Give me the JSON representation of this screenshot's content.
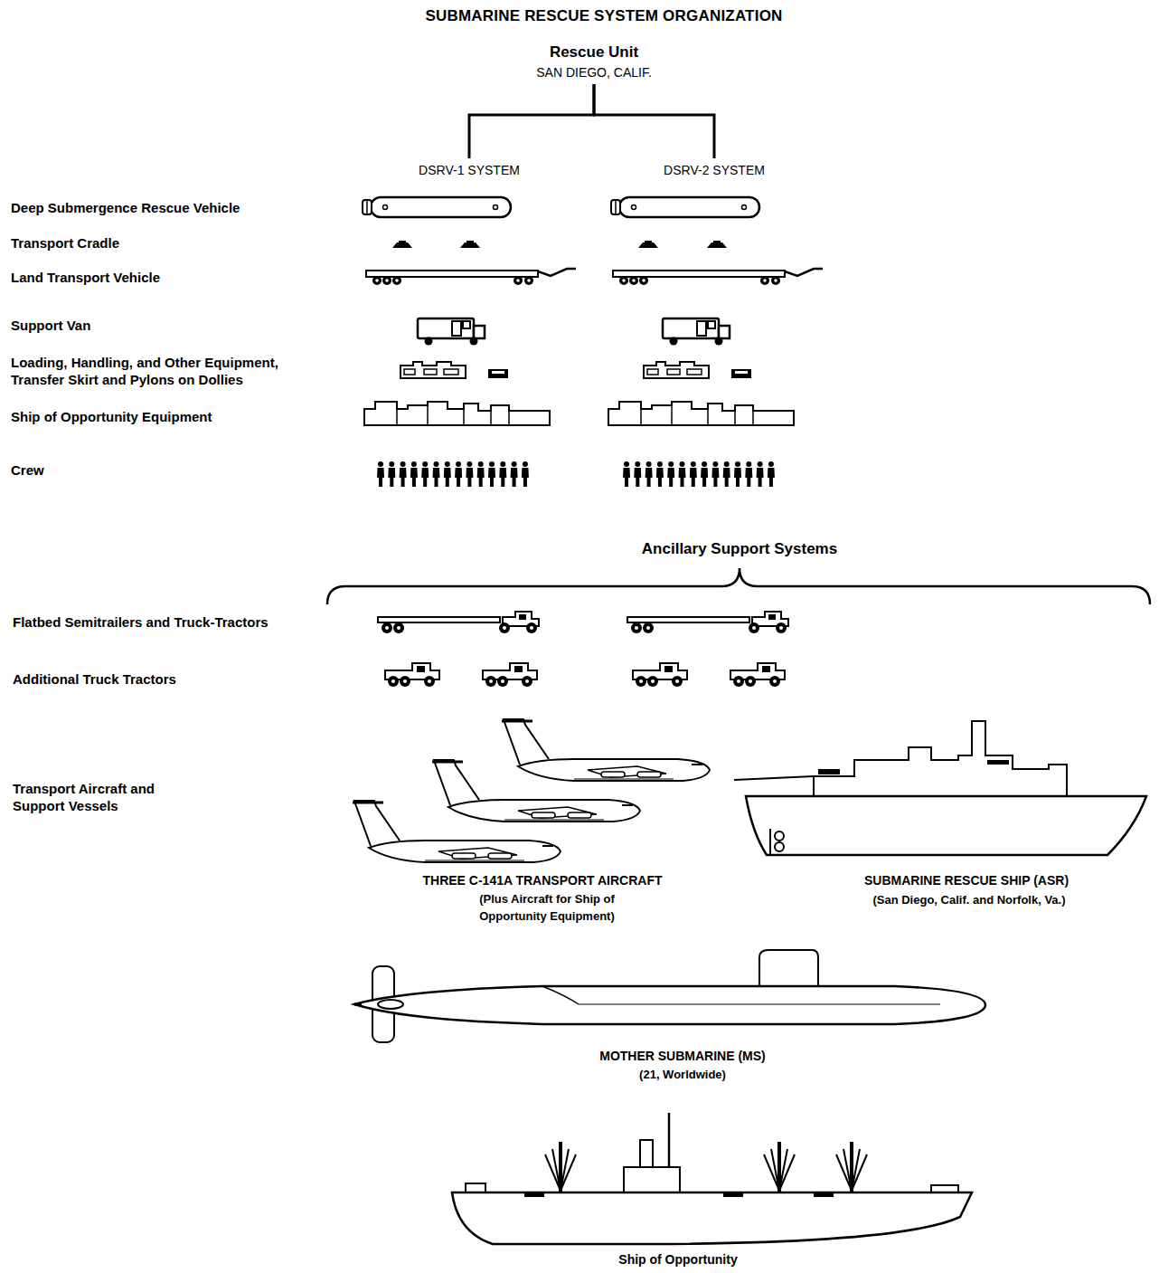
{
  "diagram": {
    "title": "SUBMARINE RESCUE SYSTEM ORGANIZATION",
    "nodes": [
      {
        "text": [
          "Rescue Unit",
          "SAN DIEGO, CALIF."
        ]
      },
      {
        "text": [
          "DSRV-1 SYSTEM"
        ]
      },
      {
        "text": [
          "DSRV-2 SYSTEM"
        ]
      }
    ],
    "edges": [
      {
        "from": 0,
        "to": 1,
        "arrow": "none"
      },
      {
        "from": 0,
        "to": 2,
        "arrow": "none"
      }
    ],
    "labels": [
      "Deep Submergence Rescue Vehicle",
      "Transport Cradle",
      "Land Transport Vehicle",
      "Support Van",
      "Loading, Handling, and Other Equipment, Transfer Skirt and Pylons on Dollies",
      "Ship of Opportunity Equipment",
      "Crew",
      "Ancillary Support Systems",
      "Flatbed Semitrailers and Truck-Tractors",
      "Additional Truck Tractors",
      "Transport Aircraft and Support Vessels",
      "THREE C-141A TRANSPORT AIRCRAFT",
      "(Plus Aircraft for Ship of Opportunity Equipment)",
      "SUBMARINE RESCUE SHIP (ASR)",
      "(San Diego, Calif. and Norfolk, Va.)",
      "MOTHER SUBMARINE (MS)",
      "(21, Worldwide)",
      "Ship of Opportunity"
    ]
  }
}
